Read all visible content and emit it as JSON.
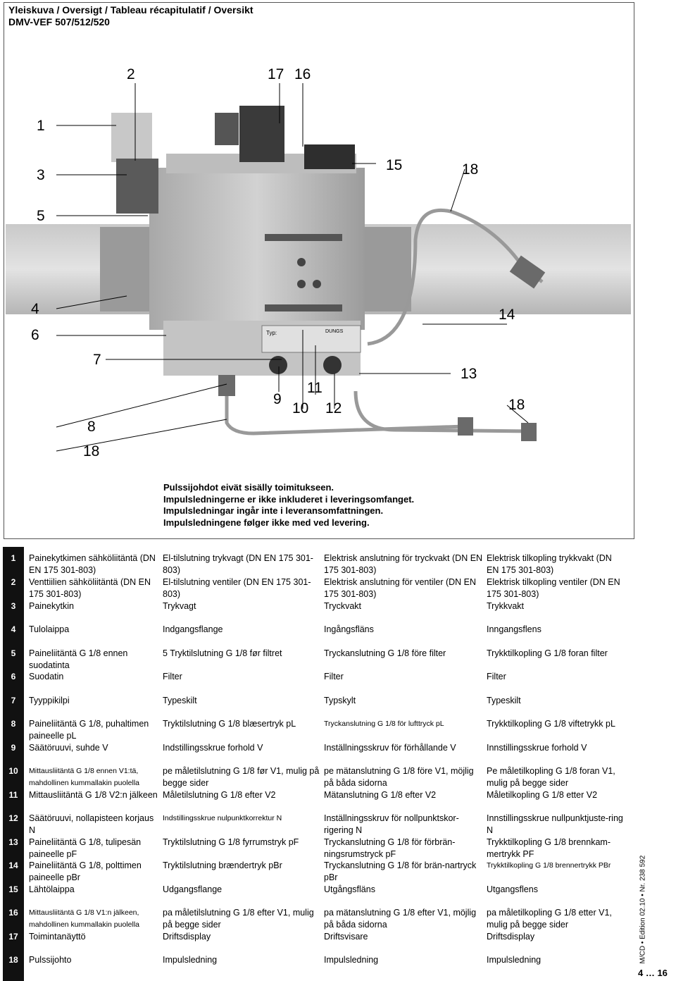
{
  "header": {
    "title": "Yleiskuva / Oversigt / Tableau récapitulatif / Oversikt",
    "model": "DMV-VEF 507/512/520"
  },
  "callouts": {
    "c2": "2",
    "c17": "17",
    "c16": "16",
    "c1": "1",
    "c3": "3",
    "c15": "15",
    "c18a": "18",
    "c5": "5",
    "c4": "4",
    "c6": "6",
    "c14": "14",
    "c7": "7",
    "c13": "13",
    "c11": "11",
    "c9": "9",
    "c10": "10",
    "c12": "12",
    "c18b": "18",
    "c8": "8",
    "c18c": "18"
  },
  "label_plate": {
    "typ": "Typ:",
    "brand": "DUNGS"
  },
  "notes": [
    "Pulssijohdot eivät sisälly toimitukseen.",
    "Impulsledningerne er ikke inkluderet i leveringsomfanget.",
    "Impulsledningar ingår inte i leveransomfattningen.",
    "Impulsledningene følger ikke med ved levering."
  ],
  "rows": [
    {
      "num": "1",
      "fi": "Painekytkimen sähköliitäntä (DN EN 175 301-803)",
      "da": "El-tilslutning trykvagt (DN EN 175 301-803)",
      "sv": "Elektrisk anslutning för tryckvakt (DN EN 175 301-803)",
      "no": "Elektrisk tilkopling trykkvakt (DN EN 175 301-803)"
    },
    {
      "num": "2",
      "fi": "Venttiilien sähköliitäntä (DN EN 175 301-803)",
      "da": "El-tilslutning ventiler (DN EN 175 301-803)",
      "sv": "Elektrisk anslutning för ventiler (DN EN 175 301-803)",
      "no": "Elektrisk tilkopling ventiler (DN EN 175 301-803)"
    },
    {
      "num": "3",
      "fi": "Painekytkin",
      "da": "Trykvagt",
      "sv": "Tryckvakt",
      "no": "Trykkvakt"
    },
    {
      "num": "4",
      "fi": "Tulolaippa",
      "da": "Indgangsflange",
      "sv": "Ingångsfläns",
      "no": "Inngangsflens"
    },
    {
      "num": "5",
      "fi": "Paineliitäntä G 1/8 ennen suodatinta",
      "da": "5 Tryktilslutning G 1/8 før filtret",
      "sv": "Tryckanslutning G 1/8 före filter",
      "no": "Trykktilkopling G 1/8 foran filter"
    },
    {
      "num": "6",
      "fi": "Suodatin",
      "da": "Filter",
      "sv": "Filter",
      "no": "Filter"
    },
    {
      "num": "7",
      "fi": "Tyyppikilpi",
      "da": "Typeskilt",
      "sv": "Typskylt",
      "no": "Typeskilt"
    },
    {
      "num": "8",
      "fi": "Paineliitäntä G 1/8, puhaltimen paineelle pL",
      "da": "Tryktilslutning G 1/8 blæsertryk pL",
      "sv": "Tryckanslutning G 1/8 för lufttryck pL",
      "no": "Trykktilkopling G 1/8 viftetrykk pL"
    },
    {
      "num": "9",
      "fi": "Säätöruuvi, suhde V",
      "da": "Indstillingsskrue forhold V",
      "sv": "Inställningsskruv för förhållande V",
      "no": "Innstillingsskrue forhold V"
    },
    {
      "num": "10",
      "fi": "Mittausliitäntä G 1/8 ennen V1:tä, mahdollinen kummallakin puolella",
      "da": "pe måletilslutning G 1/8 før V1, mulig på begge sider",
      "sv": "pe mätanslutning G 1/8 före V1, möjlig på båda sidorna",
      "no": "Pe måletilkopling G 1/8 foran V1, mulig på begge sider"
    },
    {
      "num": "11",
      "fi": "Mittausliitäntä G 1/8 V2:n jälkeen",
      "da": "Måletilslutning G 1/8 efter V2",
      "sv": "Mätanslutning G 1/8 efter V2",
      "no": "Måletilkopling G 1/8 etter V2"
    },
    {
      "num": "12",
      "fi": "Säätöruuvi, nollapisteen korjaus N",
      "da": "Indstillingsskrue nulpunktkorrektur N",
      "sv": "Inställningsskruv för nollpunktskor-rigering N",
      "no": "Innstillingsskrue nullpunktjuste-ring N"
    },
    {
      "num": "13",
      "fi": "Paineliitäntä G 1/8, tulipesän paineelle pF",
      "da": "Tryktilslutning G 1/8 fyrrumstryk pF",
      "sv": "Tryckanslutning G 1/8 för förbrän-ningsrumstryck pF",
      "no": "Trykktilkopling G 1/8 brennkam-mertrykk PF"
    },
    {
      "num": "14",
      "fi": "Paineliitäntä G 1/8, polttimen paineelle pBr",
      "da": "Tryktilslutning brændertryk pBr",
      "sv": "Tryckanslutning G 1/8 för brän-nartryck pBr",
      "no": "Trykktilkopling G 1/8 brennertrykk PBr"
    },
    {
      "num": "15",
      "fi": "Lähtölaippa",
      "da": "Udgangsflange",
      "sv": "Utgångsfläns",
      "no": "Utgangsflens"
    },
    {
      "num": "16",
      "fi": "Mittausliitäntä G 1/8 V1:n jälkeen, mahdollinen kummallakin puolella",
      "da": "pa måletilslutning G 1/8 efter V1, mulig på begge sider",
      "sv": "pa mätanslutning G 1/8 efter V1, möjlig på båda sidorna",
      "no": "pa måletilkopling G 1/8 etter V1, mulig på begge sider"
    },
    {
      "num": "17",
      "fi": "Toimintanäyttö",
      "da": "Driftsdisplay",
      "sv": "Driftsvisare",
      "no": "Driftsdisplay"
    },
    {
      "num": "18",
      "fi": "Pulssijohto",
      "da": "Impulsledning",
      "sv": "Impulsledning",
      "no": "Impulsledning"
    }
  ],
  "footer": {
    "edition": "M/CD • Edition 02.10 • Nr. 238 592",
    "page": "4 … 16"
  }
}
